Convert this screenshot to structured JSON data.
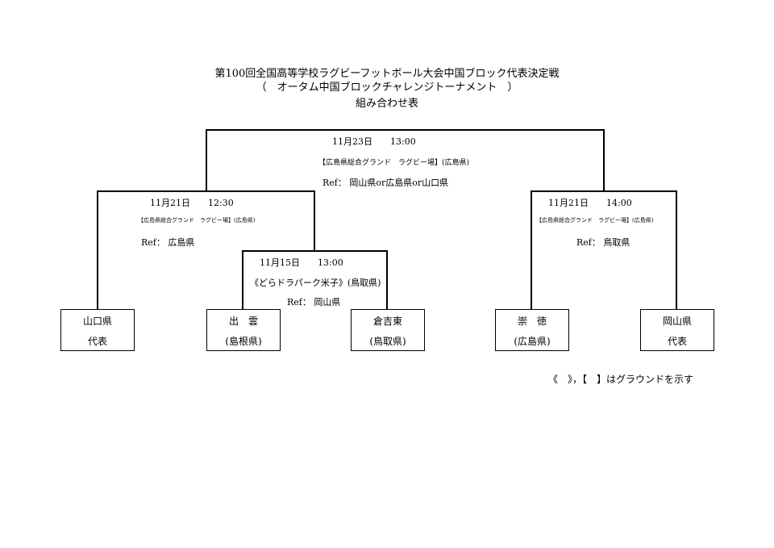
{
  "header": {
    "title_line1": "第100回全国高等学校ラグビーフットボール大会中国ブロック代表決定戦",
    "title_line2": "（　オータム中国ブロックチャレンジトーナメント　）",
    "title_line3": "組み合わせ表"
  },
  "final": {
    "datetime": "11月23日　　13:00",
    "venue": "【広島県総合グランド　ラグビー場】(広島県)",
    "ref": "Ref：  岡山県or広島県or山口県"
  },
  "semi_left": {
    "datetime": "11月21日　　12:30",
    "venue": "【広島県総合グランド　ラグビー場】(広島県)",
    "ref": "Ref：  広島県"
  },
  "semi_right": {
    "datetime": "11月21日　　14:00",
    "venue": "【広島県総合グランド　ラグビー場】(広島県)",
    "ref": "Ref：  鳥取県"
  },
  "first_round": {
    "datetime": "11月15日　　13:00",
    "venue": "《どらドラパーク米子》(鳥取県)",
    "ref": "Ref：  岡山県"
  },
  "teams": [
    {
      "line1": "山口県",
      "line2": "代表"
    },
    {
      "line1": "出　雲",
      "line2": "(島根県)"
    },
    {
      "line1": "倉吉東",
      "line2": "(鳥取県)"
    },
    {
      "line1": "崇　徳",
      "line2": "(広島県)"
    },
    {
      "line1": "岡山県",
      "line2": "代表"
    }
  ],
  "footnote": "《　》，【　】はグラウンドを示す"
}
